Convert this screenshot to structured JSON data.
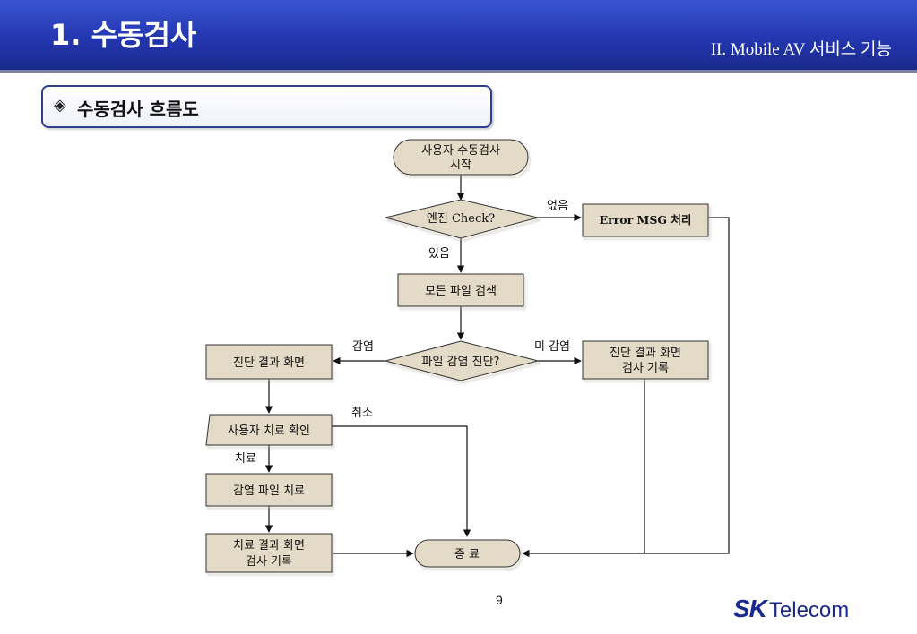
{
  "slide": {
    "title": "1. 수동검사",
    "section": "II. Mobile AV 서비스 기능",
    "subheading": "수동검사 흐름도",
    "page_number": "9",
    "logo": {
      "sk": "SK",
      "telecom": "Telecom"
    }
  },
  "icons": {
    "subheading_bullet": "diamond-arrow-bullet-icon"
  },
  "colors": {
    "header": "#2336b0",
    "box_fill": "#e3dbc7",
    "box_stroke": "#333333",
    "brand": "#1a2a8c"
  },
  "flow": {
    "start": [
      "사용자 수동검사",
      "시작"
    ],
    "engine_check": "엔진 Check?",
    "error_msg": "Error MSG 처리",
    "label_none": "없음",
    "label_exists": "있음",
    "search_all": "모든 파일 검색",
    "infection_check": "파일 감염 진단?",
    "label_infected": "감염",
    "label_not_infected": "미 감염",
    "result_infected": "진단 결과 화면",
    "result_clean": [
      "진단 결과 화면",
      "검사 기록"
    ],
    "user_confirm": "사용자 치료 확인",
    "label_cancel": "취소",
    "label_treat": "치료",
    "treat_file": "감염 파일 치료",
    "treat_result": [
      "치료 결과 화면",
      "검사 기록"
    ],
    "end": "종 료"
  }
}
